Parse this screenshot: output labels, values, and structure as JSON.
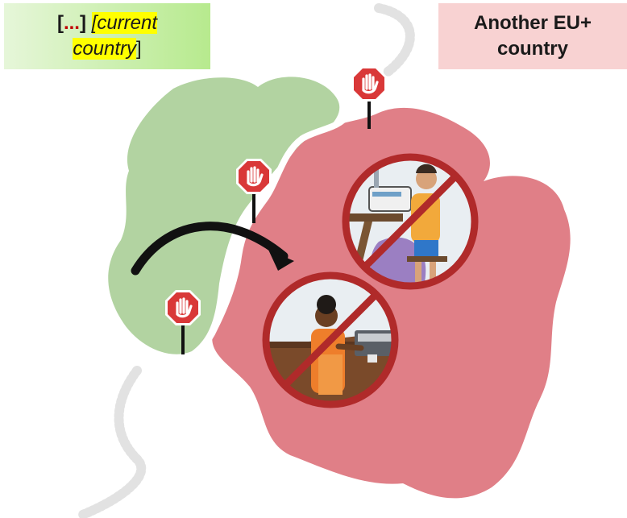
{
  "labels": {
    "left_open": "[",
    "left_ellipsis": "...",
    "left_close": "]",
    "left_line1": "[current",
    "left_line2": "country",
    "left_line2_close": "]",
    "right_line1": "Another EU+",
    "right_line2": "country"
  },
  "colors": {
    "current_country_region": "#b2d3a1",
    "other_country_region": "#e07f87",
    "stop_sign": "#d93838",
    "prohibition": "#b02a2a",
    "arrow": "#111111",
    "label_left_bg": "#c8f0a4",
    "label_right_bg": "#f8d2d2"
  },
  "icons": [
    "stop-sign-icon",
    "stop-sign-icon",
    "stop-sign-icon",
    "prohibition-sewing-worker-icon",
    "prohibition-barista-icon",
    "curved-arrow-icon"
  ]
}
